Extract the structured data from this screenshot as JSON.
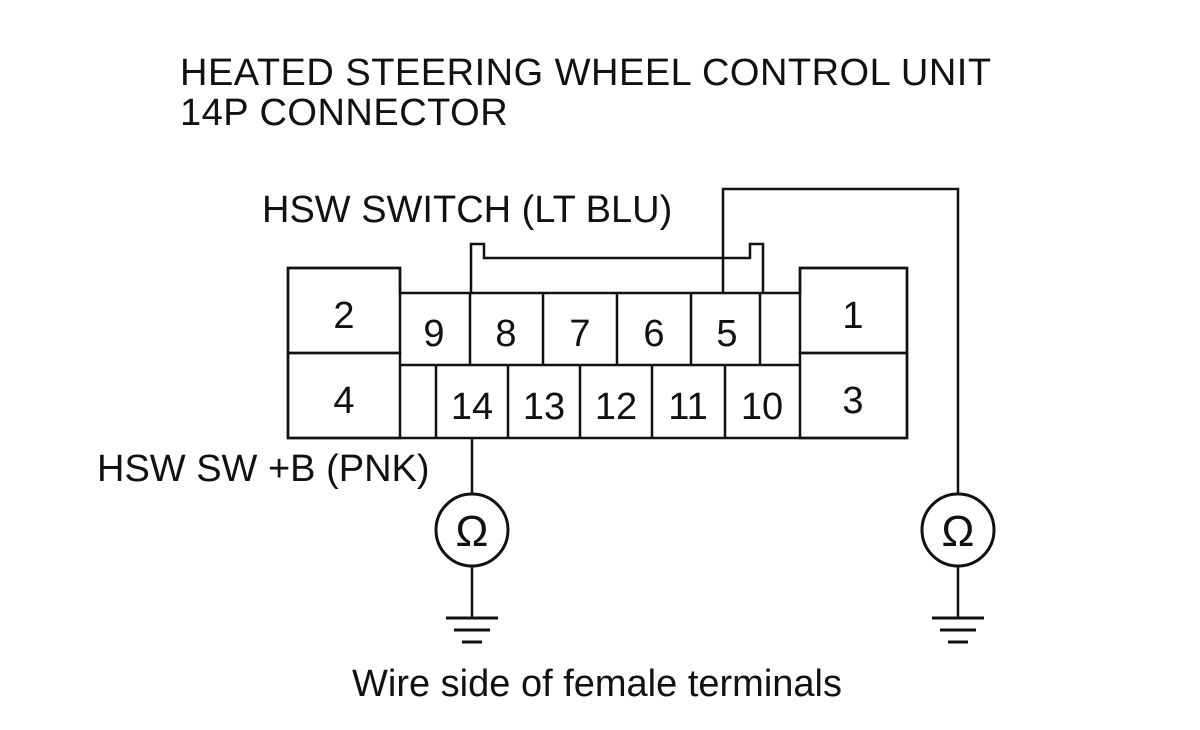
{
  "header": {
    "title_line1": "HEATED STEERING WHEEL CONTROL UNIT",
    "title_line2": "14P CONNECTOR"
  },
  "labels": {
    "switch_wire": "HSW SWITCH (LT BLU)",
    "power_wire": "HSW SW +B (PNK)",
    "footer": "Wire side of female terminals"
  },
  "meters": {
    "symbol": "Ω"
  },
  "connector": {
    "top_row_large": [
      "2",
      "1"
    ],
    "bottom_row_large": [
      "4",
      "3"
    ],
    "top_row_small": [
      "9",
      "8",
      "7",
      "6",
      "5"
    ],
    "bottom_row_small": [
      "14",
      "13",
      "12",
      "11",
      "10"
    ]
  },
  "colors": {
    "line": "#111111",
    "cavity_fill": "#ffffff"
  }
}
